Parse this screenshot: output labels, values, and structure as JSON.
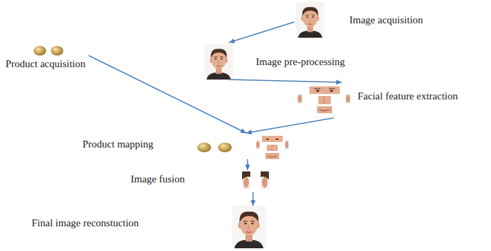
{
  "diagram": {
    "nodes": [
      {
        "text": [
          "Image acquisition"
        ]
      },
      {
        "text": [
          "Image pre-processing"
        ]
      },
      {
        "text": [
          "Product acquisition"
        ]
      },
      {
        "text": [
          "Facial feature extraction"
        ]
      },
      {
        "text": [
          "Product mapping"
        ]
      },
      {
        "text": [
          "Image fusion"
        ]
      },
      {
        "text": [
          "Final image reconstuction"
        ]
      }
    ],
    "edges": [
      {
        "from": 0,
        "to": 1,
        "arrow": "to"
      },
      {
        "from": 1,
        "to": 3,
        "arrow": "to"
      },
      {
        "from": 2,
        "to": 4,
        "arrow": "to"
      },
      {
        "from": 3,
        "to": 4,
        "arrow": "to"
      },
      {
        "from": 4,
        "to": 5,
        "arrow": "to"
      },
      {
        "from": 5,
        "to": 6,
        "arrow": "to"
      }
    ]
  }
}
